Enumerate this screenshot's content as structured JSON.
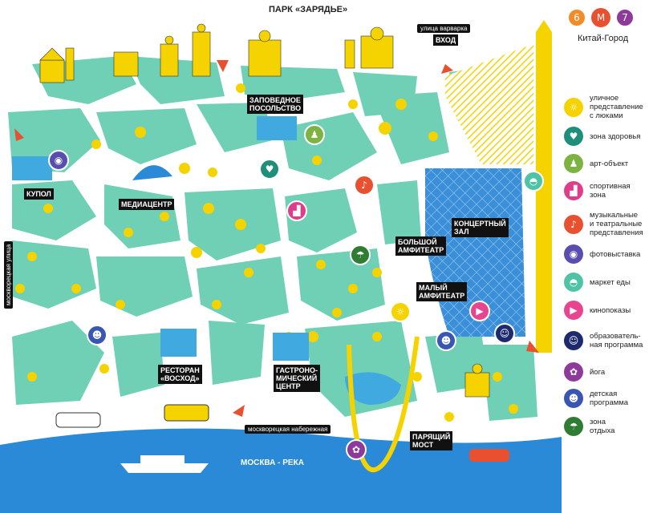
{
  "title": "ПАРК «ЗАРЯДЬЕ»",
  "metro": {
    "line_a": "6",
    "line_m": "М",
    "line_b": "7",
    "station": "Китай-Город"
  },
  "streets": {
    "varvarka": "улица варварка",
    "moskvoretskaya": "москворецкая улица",
    "naberezhnaya": "москворецкая набережная"
  },
  "river": "МОСКВА - РЕКА",
  "places": {
    "entrance": "ВХОД",
    "kupol": "КУПОЛ",
    "mediacenter": "МЕДИАЦЕНТР",
    "posolstvo": "ЗАПОВЕДНОЕ\nПОСОЛЬСТВО",
    "concert": "КОНЦЕРТНЫЙ\nЗАЛ",
    "big_amph": "БОЛЬШОЙ\nАМФИТЕАТР",
    "small_amph": "МАЛЫЙ\nАМФИТЕАТР",
    "restaurant": "РЕСТОРАН\n«ВОСХОД»",
    "gastro": "ГАСТРОНО-\nМИЧЕСКИЙ\nЦЕНТР",
    "bridge": "ПАРЯЩИЙ\nМОСТ"
  },
  "legend": [
    {
      "label": "уличное\nпредставление\nс люками",
      "color": "#f5d300",
      "icon": "sun-icon"
    },
    {
      "label": "зона здоровья",
      "color": "#1e8f7a",
      "icon": "heart-icon"
    },
    {
      "label": "арт-объект",
      "color": "#7cb342",
      "icon": "sculpture-icon"
    },
    {
      "label": "спортивная\nзона",
      "color": "#e03c8c",
      "icon": "podium-icon"
    },
    {
      "label": "музыкальные\nи театральные\nпредставления",
      "color": "#e8502f",
      "icon": "trumpet-icon"
    },
    {
      "label": "фотовыставка",
      "color": "#5a4db0",
      "icon": "camera-icon"
    },
    {
      "label": "маркет еды",
      "color": "#4fc3a6",
      "icon": "cloche-icon"
    },
    {
      "label": "кинопоказы",
      "color": "#e84590",
      "icon": "clapper-icon"
    },
    {
      "label": "образователь-\nная программа",
      "color": "#1d2a6e",
      "icon": "head-icon"
    },
    {
      "label": "йога",
      "color": "#8e3a9a",
      "icon": "lotus-icon"
    },
    {
      "label": "детская\nпрограмма",
      "color": "#3a56b3",
      "icon": "kids-icon"
    },
    {
      "label": "зона\nотдыха",
      "color": "#2e7d32",
      "icon": "umbrella-icon"
    }
  ]
}
